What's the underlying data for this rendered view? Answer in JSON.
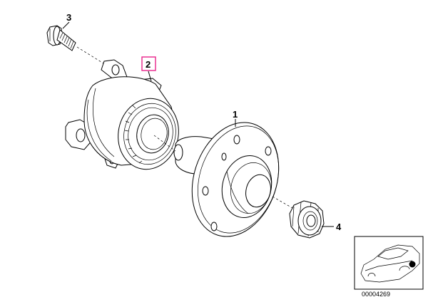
{
  "callouts": [
    {
      "id": "bolt",
      "label": "3"
    },
    {
      "id": "bearing",
      "label": "2",
      "highlighted": true,
      "highlight_color": "#e8238a"
    },
    {
      "id": "hub",
      "label": "1"
    },
    {
      "id": "nut",
      "label": "4"
    }
  ],
  "inset": {
    "code": "00004269"
  },
  "colors": {
    "line": "#000000",
    "background": "#ffffff",
    "highlight": "#e8238a"
  }
}
